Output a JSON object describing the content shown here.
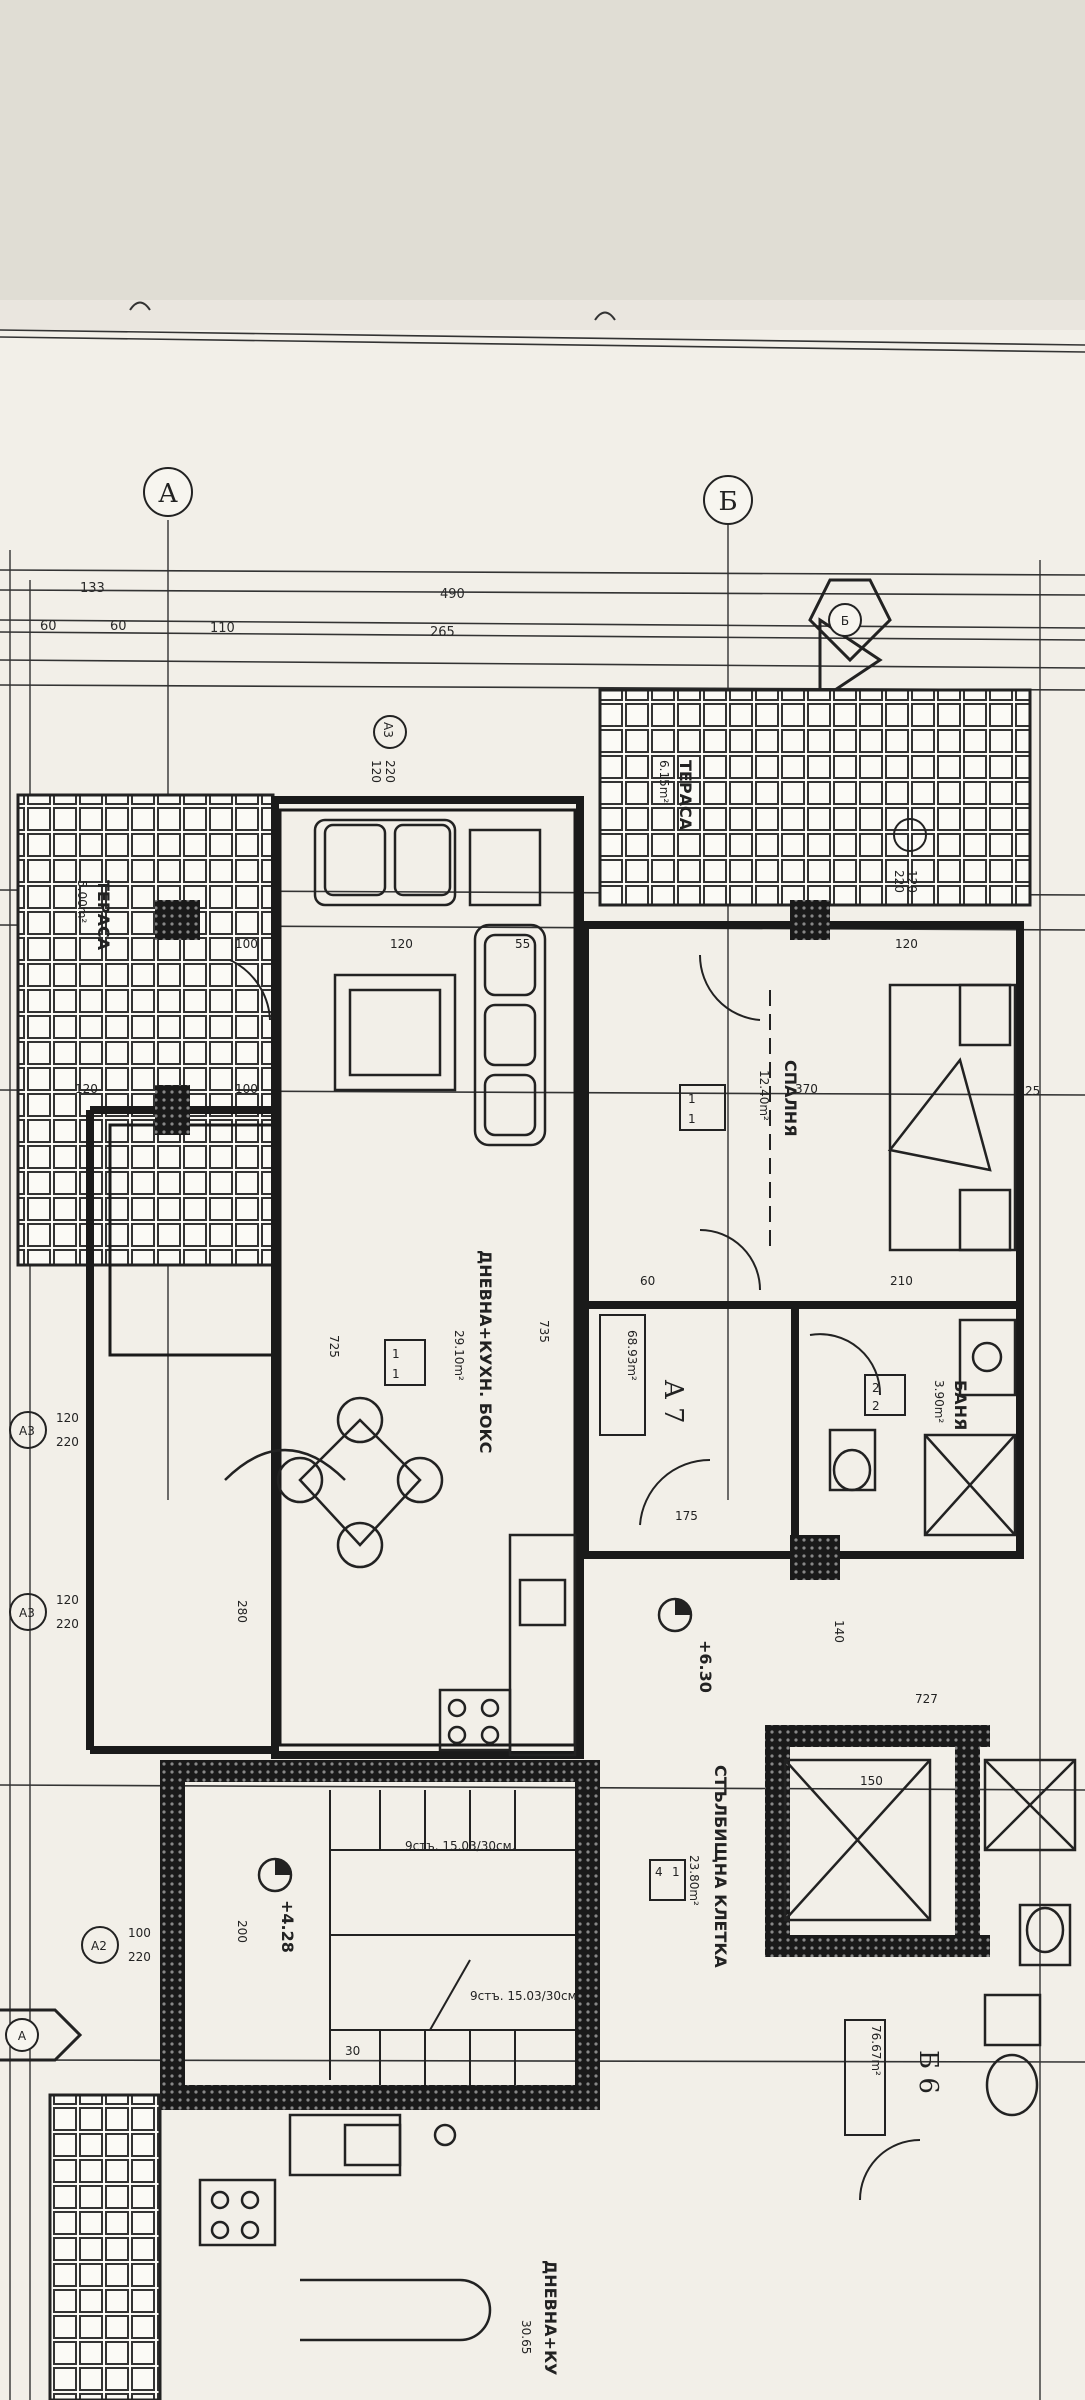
{
  "axes": {
    "a": "А",
    "b": "Б"
  },
  "dims_top_row1": {
    "d133": "133",
    "d490": "490"
  },
  "dims_top_row2": {
    "d60a": "60",
    "d60b": "60",
    "d110": "110",
    "d265": "265"
  },
  "window_refs": {
    "a3_top": {
      "code": "A3",
      "h": "120",
      "w": "220"
    },
    "a3_right": {
      "h": "120",
      "w": "220"
    },
    "a3_left1": {
      "code": "A3",
      "h": "120",
      "w": "220"
    },
    "a3_left2": {
      "code": "A3",
      "h": "120",
      "w": "220"
    },
    "a2_left": {
      "code": "A2",
      "h": "100",
      "w": "220"
    }
  },
  "section_mark": {
    "label": "Б"
  },
  "section_mark_left": {
    "label": "А"
  },
  "rooms": {
    "terrace_left": {
      "name": "ТЕРАСА",
      "area": "5.00m²"
    },
    "terrace_right": {
      "name": "ТЕРАСА",
      "area": "6.15m²"
    },
    "living": {
      "name": "ДНЕВНА+КУХН. БОКС",
      "area": "29.10m²",
      "n1": "1",
      "n2": "1"
    },
    "bedroom": {
      "name": "СПАЛНЯ",
      "area": "12.40m²",
      "n1": "1",
      "n2": "1"
    },
    "bath": {
      "name": "БАНЯ",
      "area": "3.90m²",
      "n1": "2",
      "n2": "2"
    },
    "stair": {
      "name": "СТЪЛБИЩНА КЛЕТКА",
      "area": "23.80m²",
      "n1": "4",
      "n2": "1"
    },
    "living_lower": {
      "name": "ДНЕВНА+КУ",
      "area": "30.65"
    }
  },
  "apartments": {
    "a7": {
      "label": "A 7",
      "area": "68.93m²"
    },
    "b6": {
      "label": "Б 6",
      "area": "76.67m²"
    }
  },
  "levels": {
    "upper": "+6.30",
    "lower": "+4.28"
  },
  "stair_notes": {
    "flight1": "9стъ. 15.03/30см.",
    "flight2": "9стъ. 15.03/30см."
  },
  "inner_dims": {
    "d120a": "120",
    "d100a": "100",
    "d55": "55",
    "d370": "370",
    "d120b": "120",
    "d120c": "120",
    "d100b": "100",
    "d725": "725",
    "d735": "735",
    "d210": "210",
    "d60": "60",
    "d175": "175",
    "d727": "727",
    "d150": "150",
    "d140": "140",
    "d280": "280",
    "d200": "200",
    "d25": "25",
    "d30": "30"
  }
}
